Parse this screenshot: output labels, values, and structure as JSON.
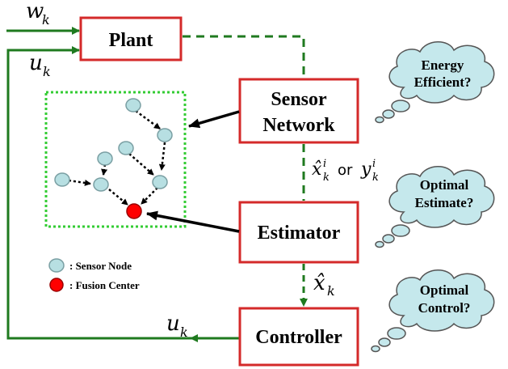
{
  "blocks": {
    "plant": "Plant",
    "sensor_network": [
      "Sensor",
      "Network"
    ],
    "estimator": "Estimator",
    "controller": "Controller"
  },
  "signals": {
    "w": "w",
    "w_sub": "k",
    "u_top": "u",
    "u_top_sub": "k",
    "u_bottom": "u",
    "u_bottom_sub": "k",
    "xhat_i": "x̂",
    "xhat_i_sub": "k",
    "xhat_i_sup": "i",
    "or": "or",
    "y": "y",
    "y_sub": "k",
    "y_sup": "i",
    "xhat": "x̂",
    "xhat_sub": "k"
  },
  "clouds": [
    [
      "Energy",
      "Efficient?"
    ],
    [
      "Optimal",
      "Estimate?"
    ],
    [
      "Optimal",
      "Control?"
    ]
  ],
  "legend": {
    "sensor_node": ": Sensor Node",
    "fusion_center": ": Fusion Center"
  },
  "colors": {
    "box_border": "#d42a2a",
    "green": "#1f7a1f",
    "dotted_green": "#33cc33",
    "node_fill": "#b7dfe2",
    "fusion_fill": "#ff0000",
    "cloud_fill": "#c5e8ec"
  }
}
